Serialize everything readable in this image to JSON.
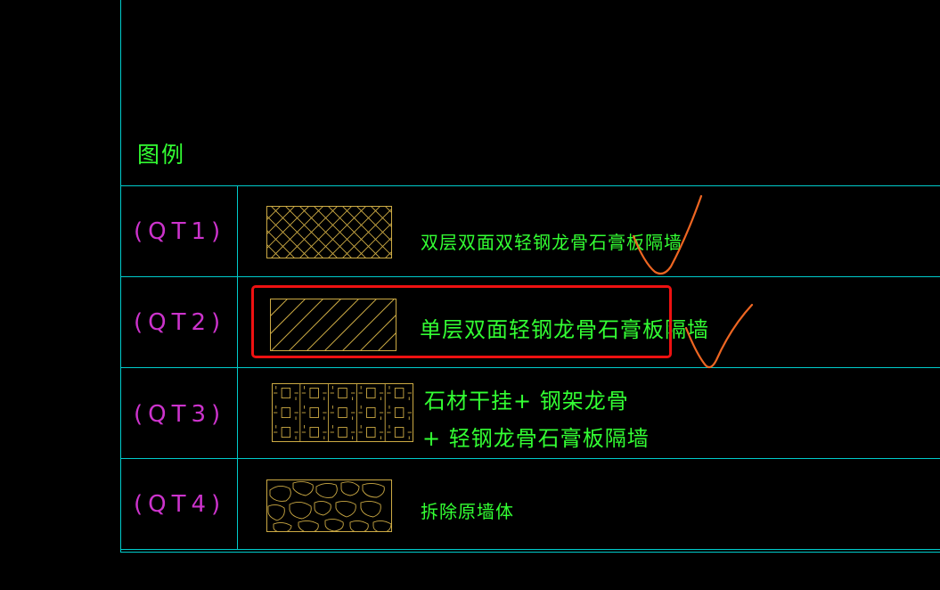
{
  "legend": {
    "title": "图例",
    "rows": [
      {
        "code": "(QT1)",
        "description": "双层双面双轻钢龙骨石膏板隔墙"
      },
      {
        "code": "(QT2)",
        "description": "单层双面轻钢龙骨石膏板隔墙"
      },
      {
        "code": "(QT3)",
        "description_line1": "石材干挂+ 钢架龙骨",
        "description_line2": "+ 轻钢龙骨石膏板隔墙"
      },
      {
        "code": "(QT4)",
        "description": "拆除原墙体"
      }
    ]
  },
  "colors": {
    "background": "#000000",
    "grid": "#00cccc",
    "code_text": "#cc33cc",
    "desc_text": "#33ff33",
    "hatch": "#ccaa44",
    "highlight": "#ee1111",
    "check_mark": "#ee6622"
  },
  "icons": [
    "cross-hatch-icon",
    "diagonal-hatch-icon",
    "stone-grid-hatch-icon",
    "rubble-hatch-icon",
    "check-mark-icon"
  ]
}
